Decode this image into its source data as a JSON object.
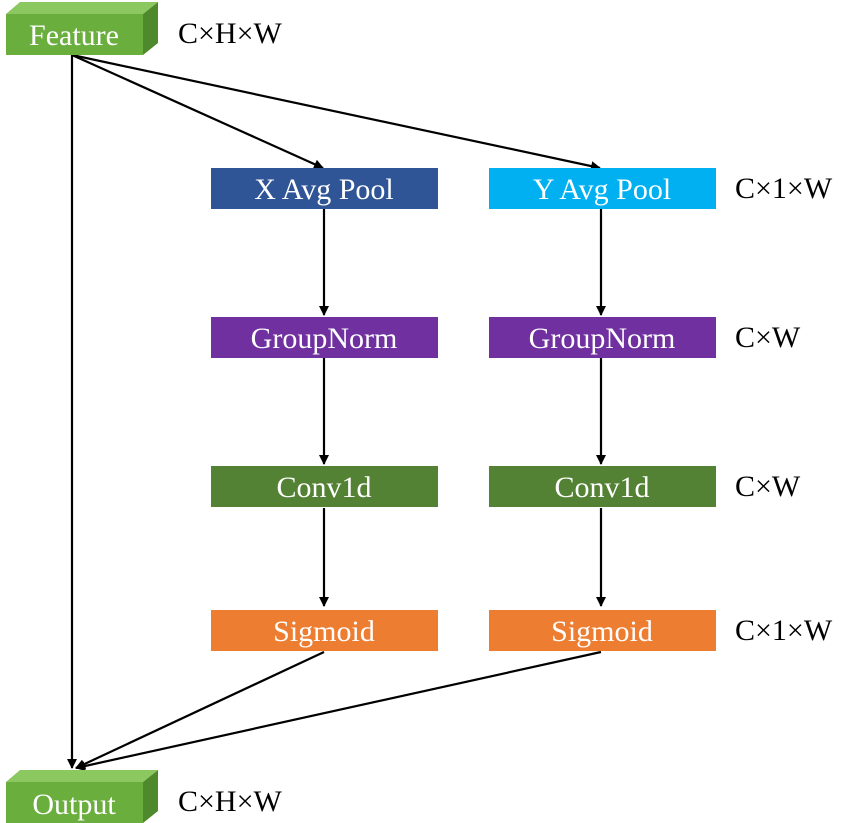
{
  "nodes": {
    "feature": {
      "label": "Feature",
      "color": "#6AAE3E",
      "top_color": "#8CC860",
      "side_color": "#4E8A2C"
    },
    "output": {
      "label": "Output",
      "color": "#6AAE3E",
      "top_color": "#8CC860",
      "side_color": "#4E8A2C"
    },
    "x_avg_pool": {
      "label": "X Avg Pool",
      "color": "#2F5597"
    },
    "y_avg_pool": {
      "label": "Y Avg Pool",
      "color": "#00B0F0"
    },
    "x_groupnorm": {
      "label": "GroupNorm",
      "color": "#7030A0"
    },
    "y_groupnorm": {
      "label": "GroupNorm",
      "color": "#7030A0"
    },
    "x_conv1d": {
      "label": "Conv1d",
      "color": "#548235"
    },
    "y_conv1d": {
      "label": "Conv1d",
      "color": "#548235"
    },
    "x_sigmoid": {
      "label": "Sigmoid",
      "color": "#ED7D31"
    },
    "y_sigmoid": {
      "label": "Sigmoid",
      "color": "#ED7D31"
    }
  },
  "dims": {
    "feature": "C×H×W",
    "pool": "C×1×W",
    "groupnorm": "C×W",
    "conv1d": "C×W",
    "sigmoid": "C×1×W",
    "output": "C×H×W"
  },
  "edges": [
    {
      "from": "feature",
      "to": "output"
    },
    {
      "from": "feature",
      "to": "x_avg_pool"
    },
    {
      "from": "feature",
      "to": "y_avg_pool"
    },
    {
      "from": "x_avg_pool",
      "to": "x_groupnorm"
    },
    {
      "from": "x_groupnorm",
      "to": "x_conv1d"
    },
    {
      "from": "x_conv1d",
      "to": "x_sigmoid"
    },
    {
      "from": "y_avg_pool",
      "to": "y_groupnorm"
    },
    {
      "from": "y_groupnorm",
      "to": "y_conv1d"
    },
    {
      "from": "y_conv1d",
      "to": "y_sigmoid"
    },
    {
      "from": "x_sigmoid",
      "to": "output"
    },
    {
      "from": "y_sigmoid",
      "to": "output"
    }
  ],
  "colors": {
    "edge": "#000000",
    "text_on_node": "#FFFFFF",
    "dim_text": "#000000"
  }
}
